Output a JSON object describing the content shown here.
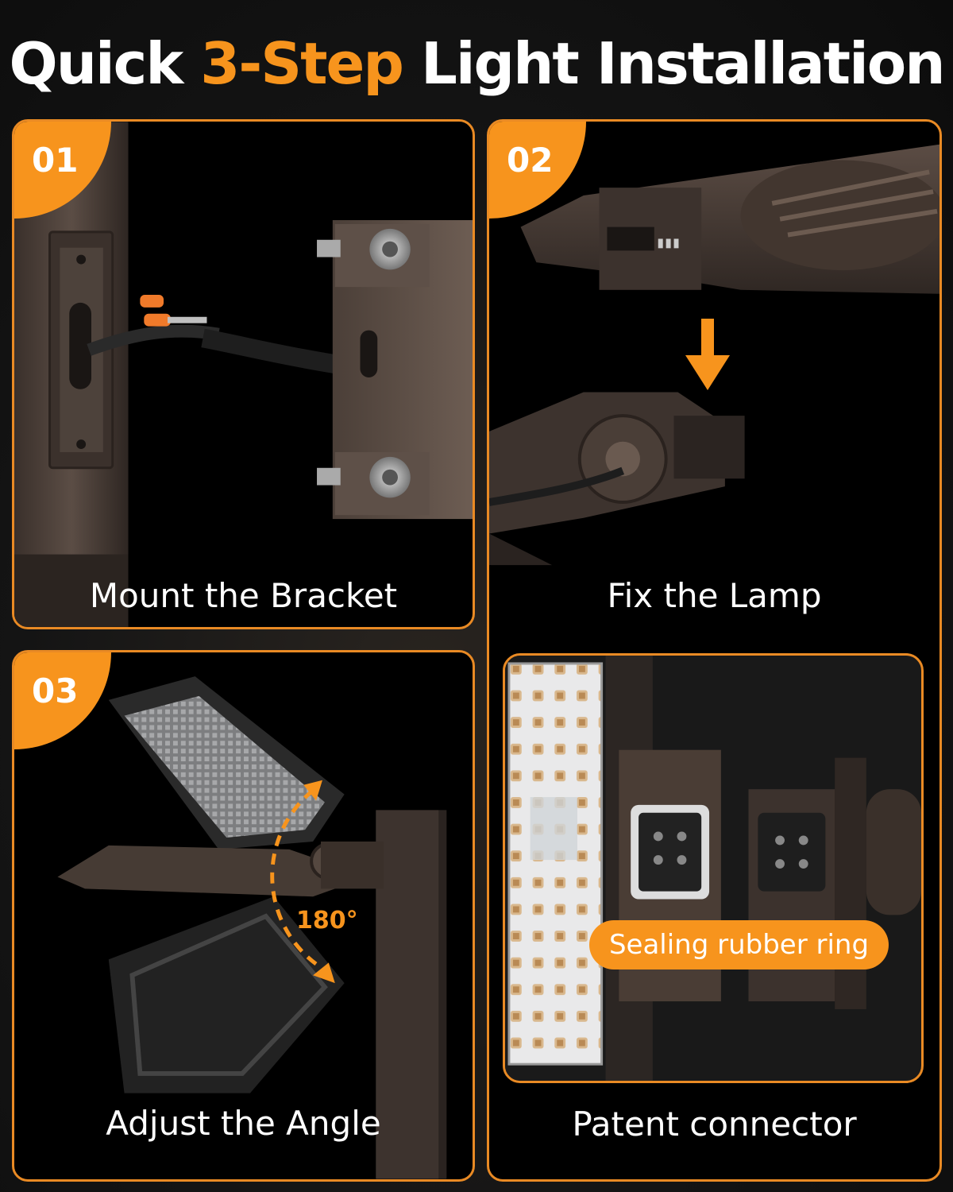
{
  "title": {
    "part1": "Quick ",
    "highlight": "3-Step",
    "part2": " Light Installation"
  },
  "steps": [
    {
      "number": "01",
      "caption": "Mount the Bracket"
    },
    {
      "number": "02",
      "caption": "Fix the Lamp"
    },
    {
      "number": "03",
      "caption": "Adjust the Angle"
    }
  ],
  "detail": {
    "caption": "Patent connector",
    "tag": "Sealing rubber ring"
  },
  "angle_label": "180°",
  "colors": {
    "accent": "#f7941d",
    "border": "#e98a24",
    "background": "#141414",
    "fixture": "#4a3f38"
  },
  "icons": [
    "arrow-down-icon",
    "rotation-arc-icon"
  ]
}
